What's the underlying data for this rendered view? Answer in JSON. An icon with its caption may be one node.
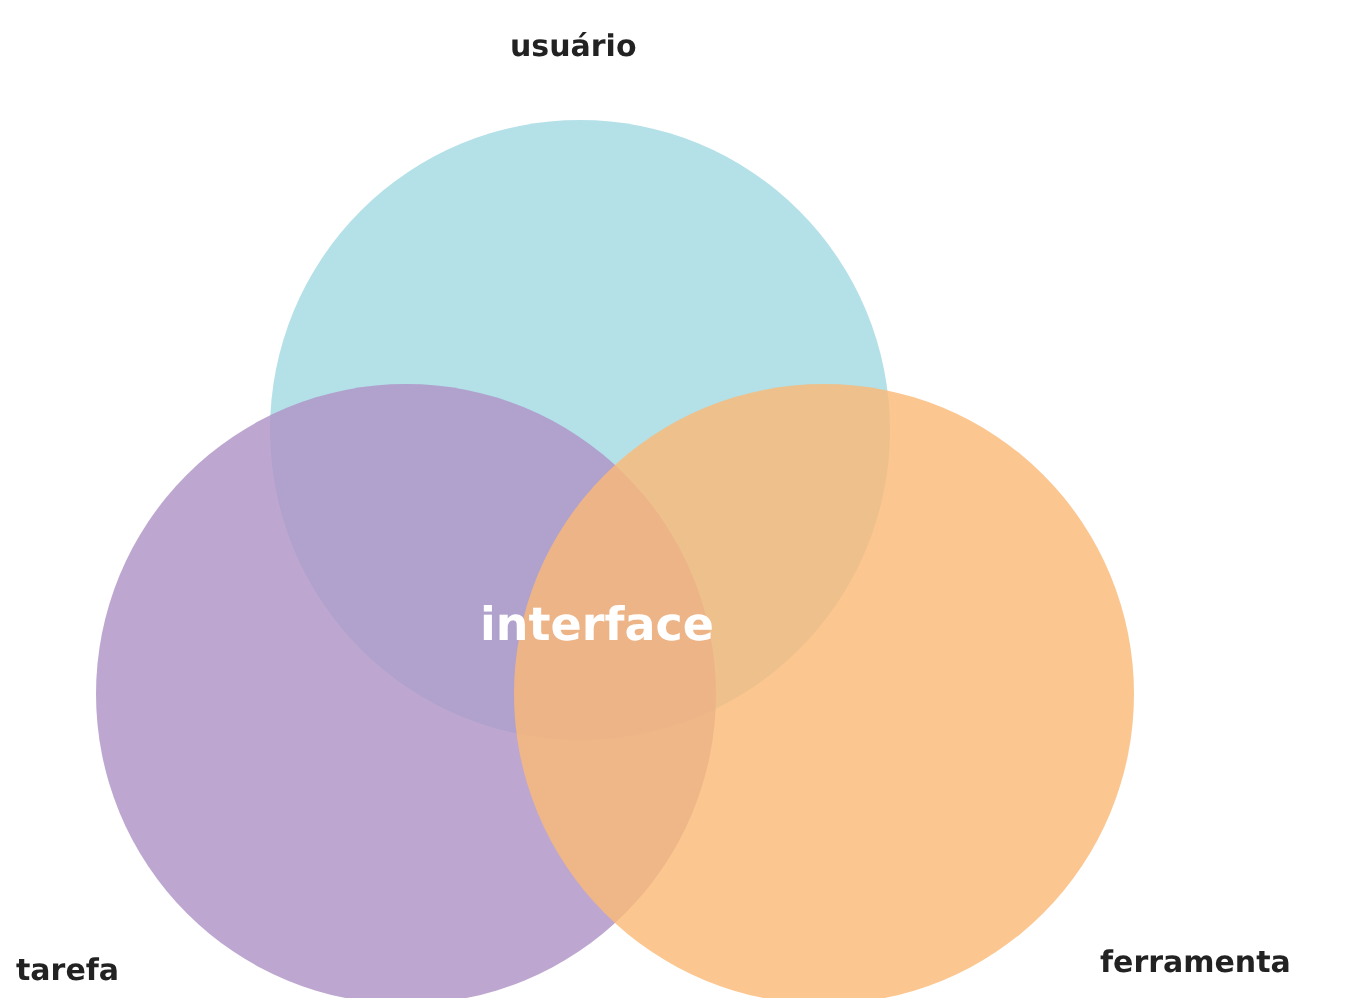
{
  "diagram": {
    "nodes": [
      {
        "text": [
          "usuário"
        ]
      },
      {
        "text": [
          "tarefa"
        ]
      },
      {
        "text": [
          "ferramenta"
        ]
      }
    ],
    "edges": [],
    "labels": [
      "interface"
    ]
  }
}
